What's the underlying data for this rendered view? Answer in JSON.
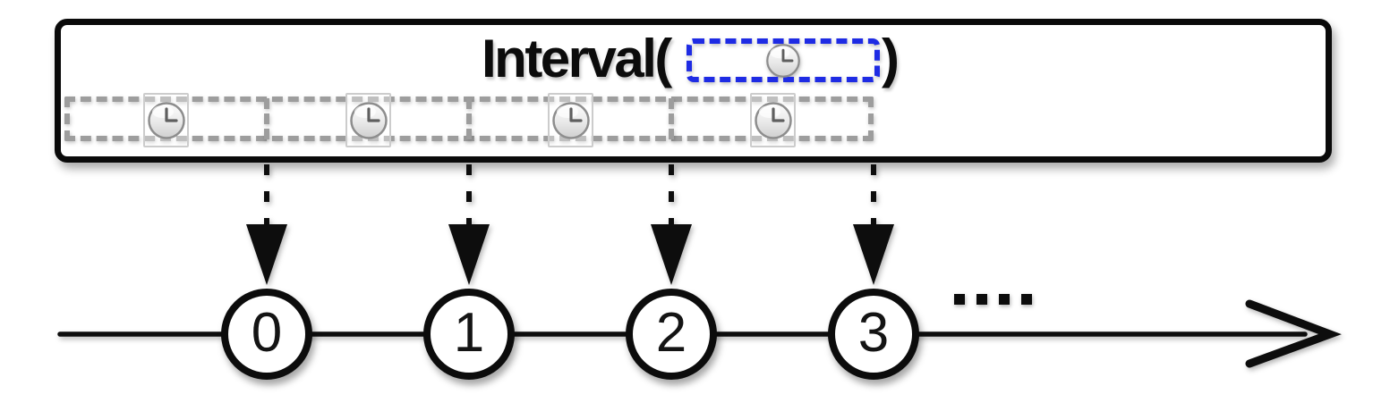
{
  "box": {
    "title_prefix": "Interval(",
    "title_suffix": ")",
    "argument_icon": "clock-icon"
  },
  "strip": {
    "segment_count": 4,
    "segment_icon": "clock-icon"
  },
  "timeline": {
    "events": [
      {
        "label": "0"
      },
      {
        "label": "1"
      },
      {
        "label": "2"
      },
      {
        "label": "3"
      }
    ],
    "ellipsis_dot_count": 4
  },
  "colors": {
    "accent_blue": "#1e2be4",
    "dash_gray": "#9d9d9d",
    "cell_border_gray": "#cccccc",
    "ink_black": "#0c0c0c"
  }
}
